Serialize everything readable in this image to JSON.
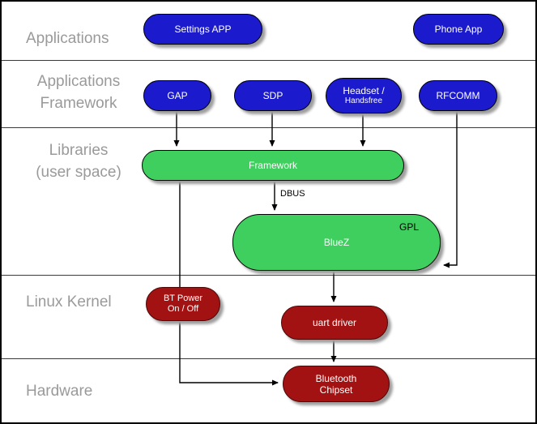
{
  "layers": {
    "applications": "Applications",
    "applications_framework": {
      "line1": "Applications",
      "line2": "Framework"
    },
    "libraries": {
      "line1": "Libraries",
      "line2": "(user space)"
    },
    "linux_kernel": "Linux Kernel",
    "hardware": "Hardware"
  },
  "nodes": {
    "settings_app": "Settings APP",
    "phone_app": "Phone App",
    "gap": "GAP",
    "sdp": "SDP",
    "headset": {
      "line1": "Headset /",
      "line2": "Handsfree"
    },
    "rfcomm": "RFCOMM",
    "framework": "Framework",
    "bluez": "BlueZ",
    "gpl_badge": "GPL",
    "bt_power": {
      "line1": "BT Power",
      "line2": "On / Off"
    },
    "uart_driver": "uart driver",
    "bluetooth_chipset": {
      "line1": "Bluetooth",
      "line2": "Chipset"
    }
  },
  "edges": {
    "dbus_label": "DBUS"
  },
  "colors": {
    "app_node_blue": "#1b1bcd",
    "library_node_green": "#3ecf5e",
    "kernel_node_red": "#a31212",
    "layer_label_gray": "#9a9a9a",
    "shadow_gray": "#9e9e9e"
  }
}
